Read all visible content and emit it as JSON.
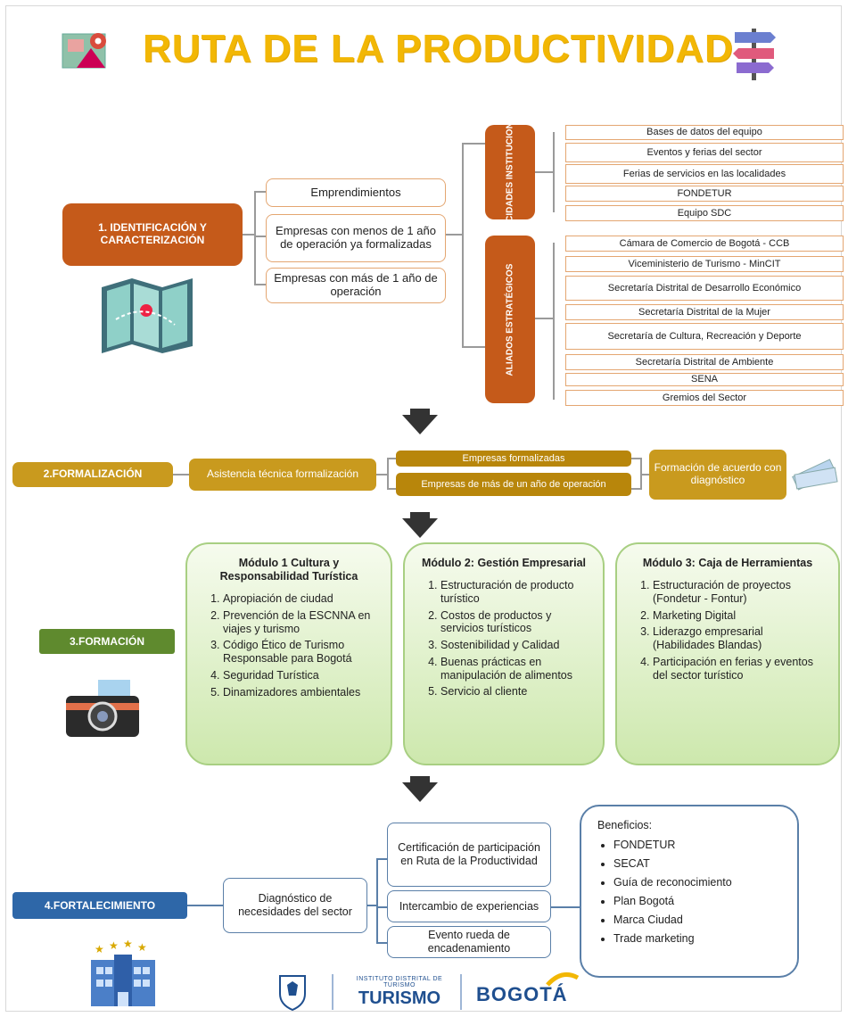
{
  "title": "RUTA DE LA PRODUCTIVIDAD",
  "stage1": {
    "label": "1. IDENTIFICACIÓN Y CARACTERIZACIÓN",
    "targets": [
      "Emprendimientos",
      "Empresas con menos de 1 año de operación ya formalizadas",
      "Empresas con más de 1 año de operación"
    ],
    "group_capacidades": "CAPACIDADES INSTITUCIONALES",
    "capacidades": [
      "Bases de datos del equipo",
      "Eventos y ferias del sector",
      "Ferias de servicios en las localidades",
      "FONDETUR",
      "Equipo SDC"
    ],
    "group_aliados": "ALIADOS ESTRATÉGICOS",
    "aliados": [
      "Cámara de Comercio de Bogotá - CCB",
      "Viceministerio de Turismo - MinCIT",
      "Secretaría Distrital de Desarrollo Económico",
      "Secretaría Distrital de la Mujer",
      "Secretaría de Cultura, Recreación y Deporte",
      "Secretaría Distrital de Ambiente",
      "SENA",
      "Gremios del Sector"
    ]
  },
  "stage2": {
    "label": "2.FORMALIZACIÓN",
    "assist": "Asistencia técnica formalización",
    "options": [
      "Empresas formalizadas",
      "Empresas de más de un año de operación"
    ],
    "result": "Formación de acuerdo con diagnóstico"
  },
  "stage3": {
    "label": "3.FORMACIÓN",
    "modules": [
      {
        "title": "Módulo 1 Cultura y Responsabilidad Turística",
        "items": [
          "Apropiación de ciudad",
          "Prevención de la ESCNNA en viajes y turismo",
          "Código Ético de Turismo Responsable para Bogotá",
          "Seguridad Turística",
          "Dinamizadores ambientales"
        ]
      },
      {
        "title": "Módulo 2: Gestión Empresarial",
        "items": [
          "Estructuración de producto turístico",
          "Costos de productos y servicios turísticos",
          "Sostenibilidad y Calidad",
          "Buenas prácticas en manipulación de alimentos",
          "Servicio al cliente"
        ]
      },
      {
        "title": "Módulo 3: Caja de Herramientas",
        "items": [
          "Estructuración de proyectos (Fondetur - Fontur)",
          "Marketing Digital",
          "Liderazgo empresarial (Habilidades Blandas)",
          "Participación en ferias y eventos del sector turístico"
        ]
      }
    ]
  },
  "stage4": {
    "label": "4.FORTALECIMIENTO",
    "diagnosis": "Diagnóstico de necesidades del sector",
    "actions": [
      "Certificación de participación en Ruta de la Productividad",
      "Intercambio de experiencias",
      "Evento rueda de encadenamiento"
    ],
    "benefits_title": "Beneficios:",
    "benefits": [
      "FONDETUR",
      "SECAT",
      "Guía de reconocimiento",
      "Plan Bogotá",
      "Marca Ciudad",
      "Trade marketing"
    ]
  },
  "footer": {
    "logo1_text": "INSTITUTO DISTRITAL DE TURISMO",
    "logo1_big": "TURISMO",
    "logo2": "BOGOTÁ"
  },
  "colors": {
    "title": "#f2b705",
    "stage1": "#c55a1a",
    "stage2": "#c99a1e",
    "stage3": "#5f8a2e",
    "stage4": "#2e67a8"
  }
}
